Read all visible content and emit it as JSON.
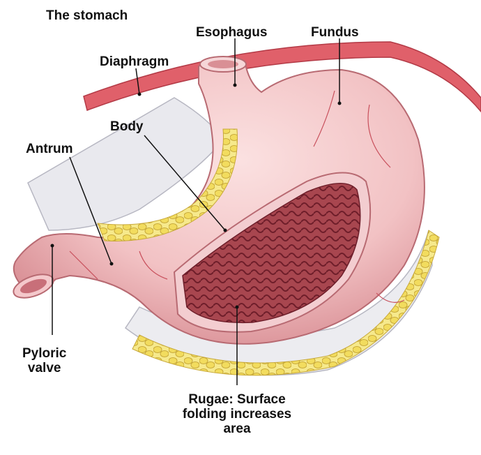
{
  "title": "The stomach",
  "labels": {
    "esophagus": "Esophagus",
    "fundus": "Fundus",
    "diaphragm": "Diaphragm",
    "body": "Body",
    "antrum": "Antrum",
    "pyloric_line1": "Pyloric",
    "pyloric_line2": "valve",
    "rugae_line1": "Rugae: Surface",
    "rugae_line2": "folding increases",
    "rugae_line3": "area"
  },
  "colors": {
    "stomach": "#f2c2c4",
    "stomach_shadow": "#d98f95",
    "rugae": "#8e3440",
    "fat": "#f4e070",
    "diaphragm": "#e0606a",
    "omentum": "#e8e8ec"
  }
}
